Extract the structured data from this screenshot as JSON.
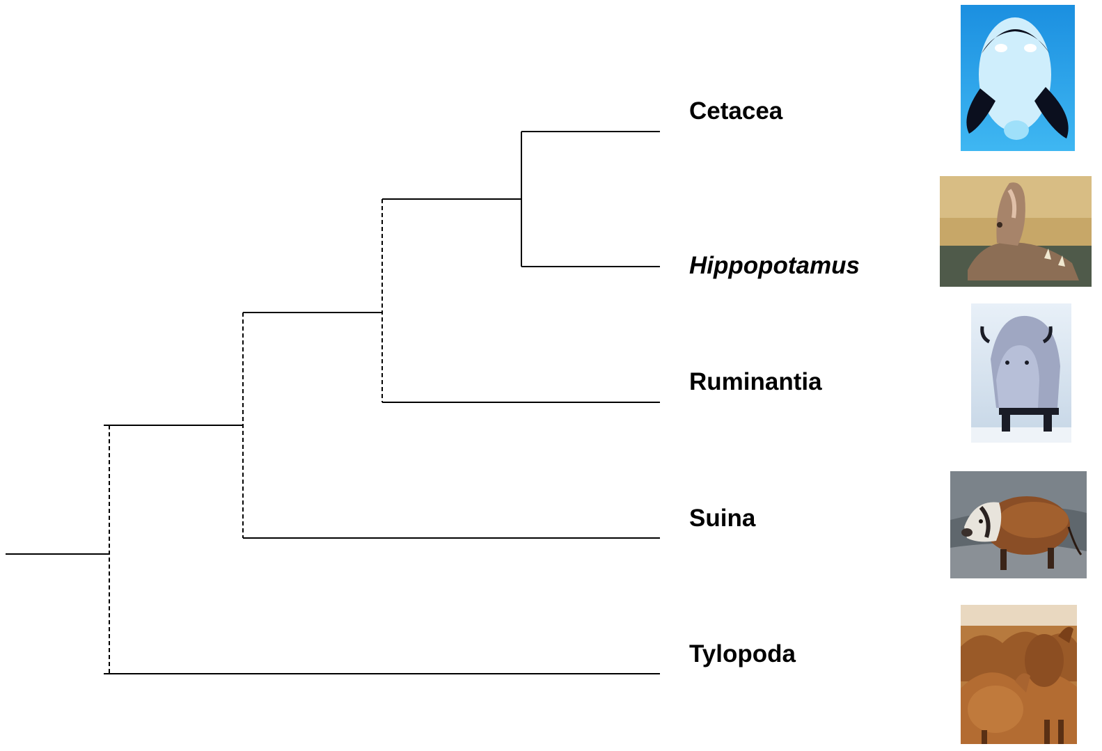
{
  "taxa": [
    {
      "label": "Cetacea",
      "italic": false,
      "picture": "orca-icon"
    },
    {
      "label": "Hippopotamus",
      "italic": true,
      "picture": "hippopotamus-icon"
    },
    {
      "label": "Ruminantia",
      "italic": false,
      "picture": "bison-icon"
    },
    {
      "label": "Suina",
      "italic": false,
      "picture": "boar-icon"
    },
    {
      "label": "Tylopoda",
      "italic": false,
      "picture": "camel-icon"
    }
  ],
  "colors": {
    "line": "#000000",
    "text": "#000000",
    "background": "#ffffff"
  }
}
